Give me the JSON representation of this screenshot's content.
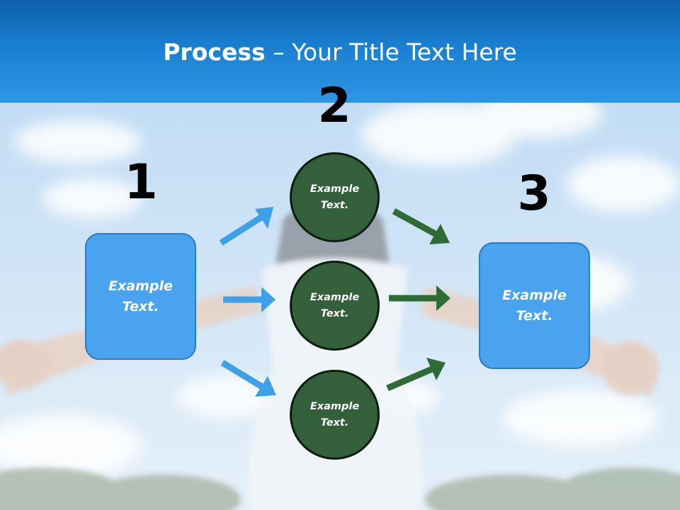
{
  "slide": {
    "title_strong": "Process",
    "title_sep": " – ",
    "title_rest": "Your Title Text Here"
  },
  "steps": {
    "step1": {
      "number": "1",
      "text": "Example Text."
    },
    "step2": {
      "number": "2"
    },
    "step3": {
      "number": "3",
      "text": "Example Text."
    }
  },
  "circles": [
    {
      "text": "Example Text."
    },
    {
      "text": "Example Text."
    },
    {
      "text": "Example Text."
    }
  ],
  "colors": {
    "header_blue": "#1a7fd0",
    "box_blue": "#4aa3ee",
    "circle_green": "#33603a",
    "arrow_blue": "#3fa0ea",
    "arrow_green": "#2e6b35"
  },
  "icons": {
    "in_arrows": "arrow-right-icon",
    "out_arrows": "arrow-right-icon"
  }
}
